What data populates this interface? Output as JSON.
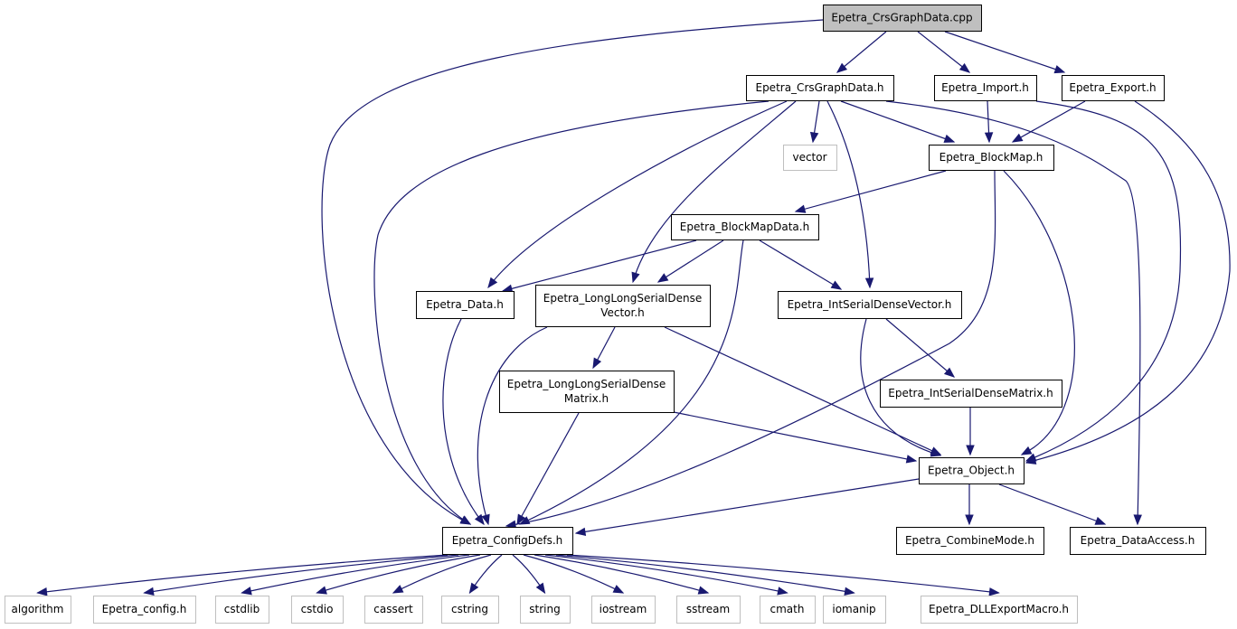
{
  "graph": {
    "nodes": {
      "crsgraphdata_cpp": {
        "label": [
          "Epetra_CrsGraphData.cpp"
        ],
        "kind": "main"
      },
      "crsgraphdata_h": {
        "label": [
          "Epetra_CrsGraphData.h"
        ],
        "kind": "local"
      },
      "import_h": {
        "label": [
          "Epetra_Import.h"
        ],
        "kind": "local"
      },
      "export_h": {
        "label": [
          "Epetra_Export.h"
        ],
        "kind": "local"
      },
      "vector": {
        "label": [
          "vector"
        ],
        "kind": "system"
      },
      "blockmap_h": {
        "label": [
          "Epetra_BlockMap.h"
        ],
        "kind": "local"
      },
      "blockmapdata_h": {
        "label": [
          "Epetra_BlockMapData.h"
        ],
        "kind": "local"
      },
      "data_h": {
        "label": [
          "Epetra_Data.h"
        ],
        "kind": "local"
      },
      "llsdv_h": {
        "label": [
          "Epetra_LongLongSerialDense",
          "Vector.h"
        ],
        "kind": "local"
      },
      "isdv_h": {
        "label": [
          "Epetra_IntSerialDenseVector.h"
        ],
        "kind": "local"
      },
      "llsdm_h": {
        "label": [
          "Epetra_LongLongSerialDense",
          "Matrix.h"
        ],
        "kind": "local"
      },
      "isdm_h": {
        "label": [
          "Epetra_IntSerialDenseMatrix.h"
        ],
        "kind": "local"
      },
      "object_h": {
        "label": [
          "Epetra_Object.h"
        ],
        "kind": "local"
      },
      "configdefs_h": {
        "label": [
          "Epetra_ConfigDefs.h"
        ],
        "kind": "local"
      },
      "combinemode_h": {
        "label": [
          "Epetra_CombineMode.h"
        ],
        "kind": "local"
      },
      "dataaccess_h": {
        "label": [
          "Epetra_DataAccess.h"
        ],
        "kind": "local"
      },
      "algorithm": {
        "label": [
          "algorithm"
        ],
        "kind": "system"
      },
      "epetra_config_h": {
        "label": [
          "Epetra_config.h"
        ],
        "kind": "system"
      },
      "cstdlib": {
        "label": [
          "cstdlib"
        ],
        "kind": "system"
      },
      "cstdio": {
        "label": [
          "cstdio"
        ],
        "kind": "system"
      },
      "cassert": {
        "label": [
          "cassert"
        ],
        "kind": "system"
      },
      "cstring": {
        "label": [
          "cstring"
        ],
        "kind": "system"
      },
      "string": {
        "label": [
          "string"
        ],
        "kind": "system"
      },
      "iostream": {
        "label": [
          "iostream"
        ],
        "kind": "system"
      },
      "sstream": {
        "label": [
          "sstream"
        ],
        "kind": "system"
      },
      "cmath": {
        "label": [
          "cmath"
        ],
        "kind": "system"
      },
      "iomanip": {
        "label": [
          "iomanip"
        ],
        "kind": "system"
      },
      "dllexportmacro_h": {
        "label": [
          "Epetra_DLLExportMacro.h"
        ],
        "kind": "system"
      }
    },
    "edges": [
      [
        "crsgraphdata_cpp",
        "crsgraphdata_h"
      ],
      [
        "crsgraphdata_cpp",
        "import_h"
      ],
      [
        "crsgraphdata_cpp",
        "export_h"
      ],
      [
        "crsgraphdata_cpp",
        "configdefs_h"
      ],
      [
        "crsgraphdata_h",
        "vector"
      ],
      [
        "crsgraphdata_h",
        "blockmap_h"
      ],
      [
        "crsgraphdata_h",
        "data_h"
      ],
      [
        "crsgraphdata_h",
        "llsdv_h"
      ],
      [
        "crsgraphdata_h",
        "isdv_h"
      ],
      [
        "crsgraphdata_h",
        "configdefs_h"
      ],
      [
        "crsgraphdata_h",
        "dataaccess_h"
      ],
      [
        "import_h",
        "blockmap_h"
      ],
      [
        "import_h",
        "object_h"
      ],
      [
        "export_h",
        "blockmap_h"
      ],
      [
        "export_h",
        "object_h"
      ],
      [
        "blockmap_h",
        "blockmapdata_h"
      ],
      [
        "blockmap_h",
        "object_h"
      ],
      [
        "blockmap_h",
        "configdefs_h"
      ],
      [
        "blockmapdata_h",
        "data_h"
      ],
      [
        "blockmapdata_h",
        "llsdv_h"
      ],
      [
        "blockmapdata_h",
        "isdv_h"
      ],
      [
        "blockmapdata_h",
        "configdefs_h"
      ],
      [
        "data_h",
        "configdefs_h"
      ],
      [
        "llsdv_h",
        "llsdm_h"
      ],
      [
        "llsdv_h",
        "configdefs_h"
      ],
      [
        "llsdv_h",
        "object_h"
      ],
      [
        "isdv_h",
        "isdm_h"
      ],
      [
        "isdv_h",
        "object_h"
      ],
      [
        "llsdm_h",
        "object_h"
      ],
      [
        "llsdm_h",
        "configdefs_h"
      ],
      [
        "isdm_h",
        "object_h"
      ],
      [
        "object_h",
        "configdefs_h"
      ],
      [
        "object_h",
        "combinemode_h"
      ],
      [
        "object_h",
        "dataaccess_h"
      ],
      [
        "configdefs_h",
        "algorithm"
      ],
      [
        "configdefs_h",
        "epetra_config_h"
      ],
      [
        "configdefs_h",
        "cstdlib"
      ],
      [
        "configdefs_h",
        "cstdio"
      ],
      [
        "configdefs_h",
        "cassert"
      ],
      [
        "configdefs_h",
        "cstring"
      ],
      [
        "configdefs_h",
        "string"
      ],
      [
        "configdefs_h",
        "iostream"
      ],
      [
        "configdefs_h",
        "sstream"
      ],
      [
        "configdefs_h",
        "cmath"
      ],
      [
        "configdefs_h",
        "iomanip"
      ],
      [
        "configdefs_h",
        "dllexportmacro_h"
      ]
    ]
  }
}
